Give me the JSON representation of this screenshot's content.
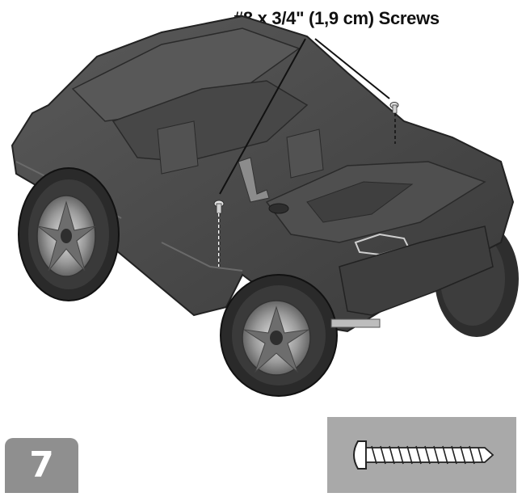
{
  "callout": {
    "label": "#8 x 3/4\" (1,9 cm) Screws"
  },
  "step": {
    "number": "7"
  },
  "illustration": {
    "subject": "vehicle-body-with-wheels",
    "screw_icon": "screw-icon"
  },
  "colors": {
    "badge_gray": "#8f8f8f",
    "screw_box_gray": "#a9a9a9",
    "body_dark": "#4a4a4a"
  }
}
